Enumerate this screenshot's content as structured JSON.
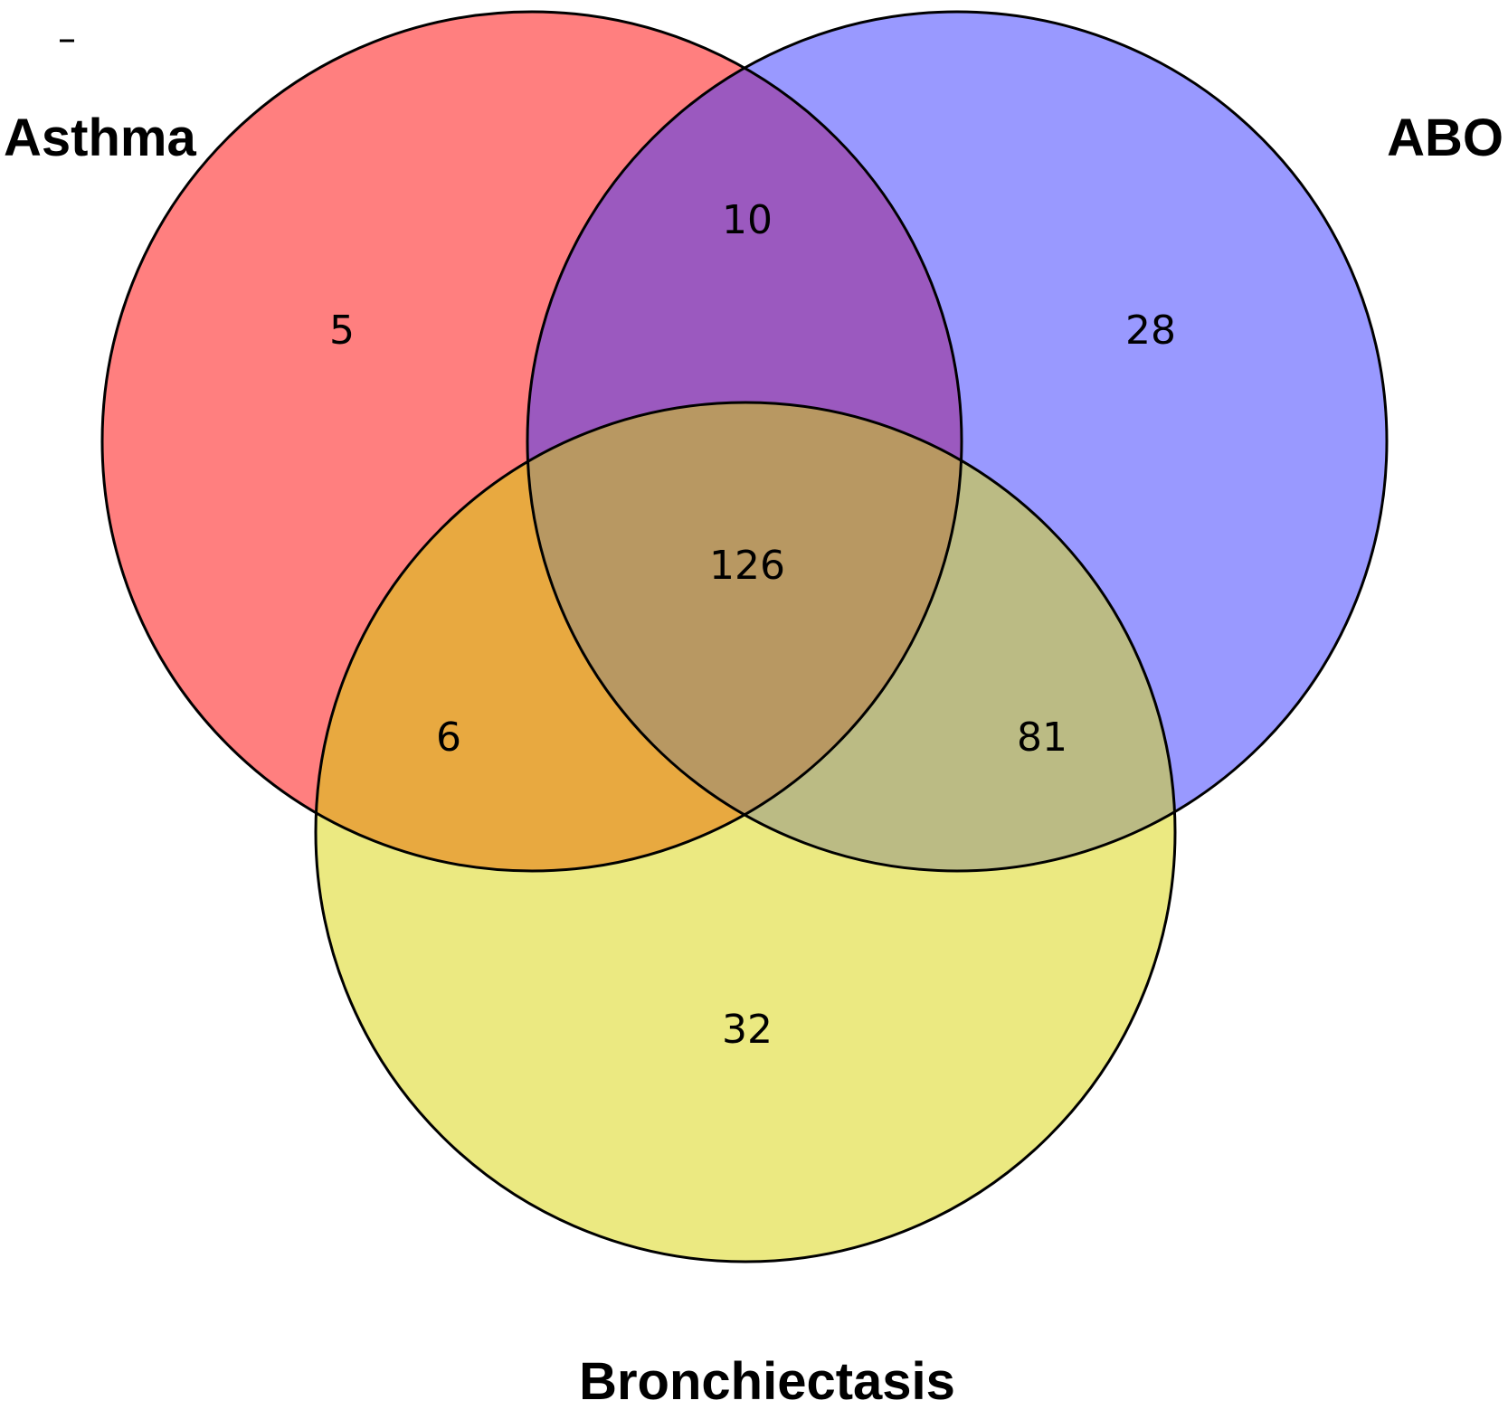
{
  "diagram": {
    "type": "venn",
    "sets": [
      {
        "id": "A",
        "label": "Asthma",
        "color": "#FF7F7F"
      },
      {
        "id": "B",
        "label": "ABO",
        "color": "#9999FF"
      },
      {
        "id": "C",
        "label": "Bronchiectasis",
        "color": "#EBE981"
      }
    ],
    "regions": [
      {
        "sets": [
          "A"
        ],
        "count": "5"
      },
      {
        "sets": [
          "B"
        ],
        "count": "28"
      },
      {
        "sets": [
          "C"
        ],
        "count": "32"
      },
      {
        "sets": [
          "A",
          "B"
        ],
        "count": "10"
      },
      {
        "sets": [
          "A",
          "C"
        ],
        "count": "6"
      },
      {
        "sets": [
          "B",
          "C"
        ],
        "count": "81"
      },
      {
        "sets": [
          "A",
          "B",
          "C"
        ],
        "count": "126"
      }
    ],
    "overlap_colors": {
      "A_B": "#9B59BF",
      "A_C": "#E8A940",
      "B_C": "#BBBB84",
      "A_B_C": "#B89862"
    }
  }
}
